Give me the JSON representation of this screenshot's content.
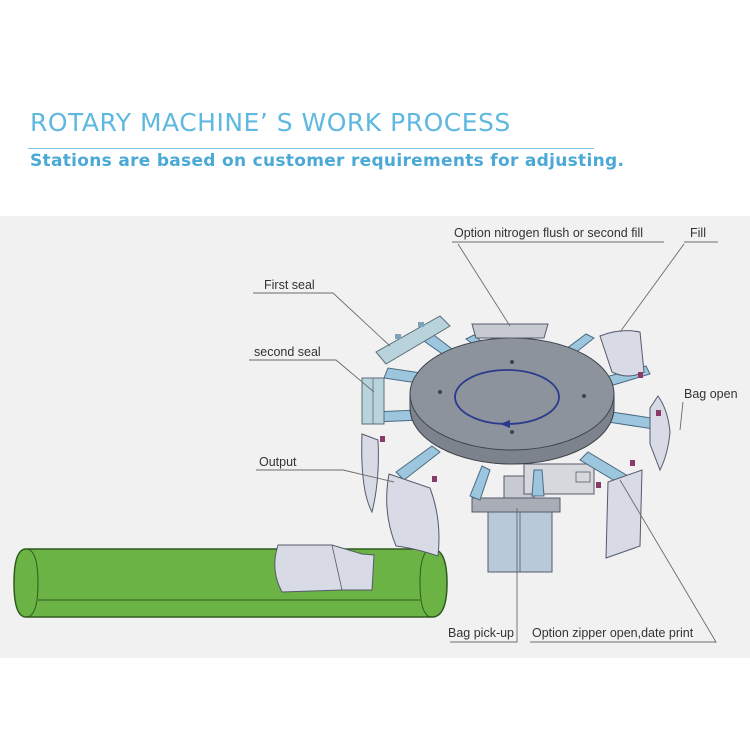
{
  "header": {
    "title": "ROTARY MACHINE’ S WORK PROCESS",
    "subtitle": "Stations are based on customer requirements for adjusting."
  },
  "labels": {
    "nitrogen": "Option nitrogen flush or second fill",
    "fill": "Fill",
    "first_seal": "First seal",
    "second_seal": "second seal",
    "bag_open": "Bag open",
    "output": "Output",
    "bag_pickup": "Bag pick-up",
    "zipper": "Option zipper  open,date print"
  },
  "colors": {
    "title": "#5fb8e0",
    "subtitle": "#4aa9d6",
    "arm": "#9cc5de",
    "table_top": "#8d939c",
    "conveyor": "#6ab344",
    "bag": "#d8dae6"
  }
}
